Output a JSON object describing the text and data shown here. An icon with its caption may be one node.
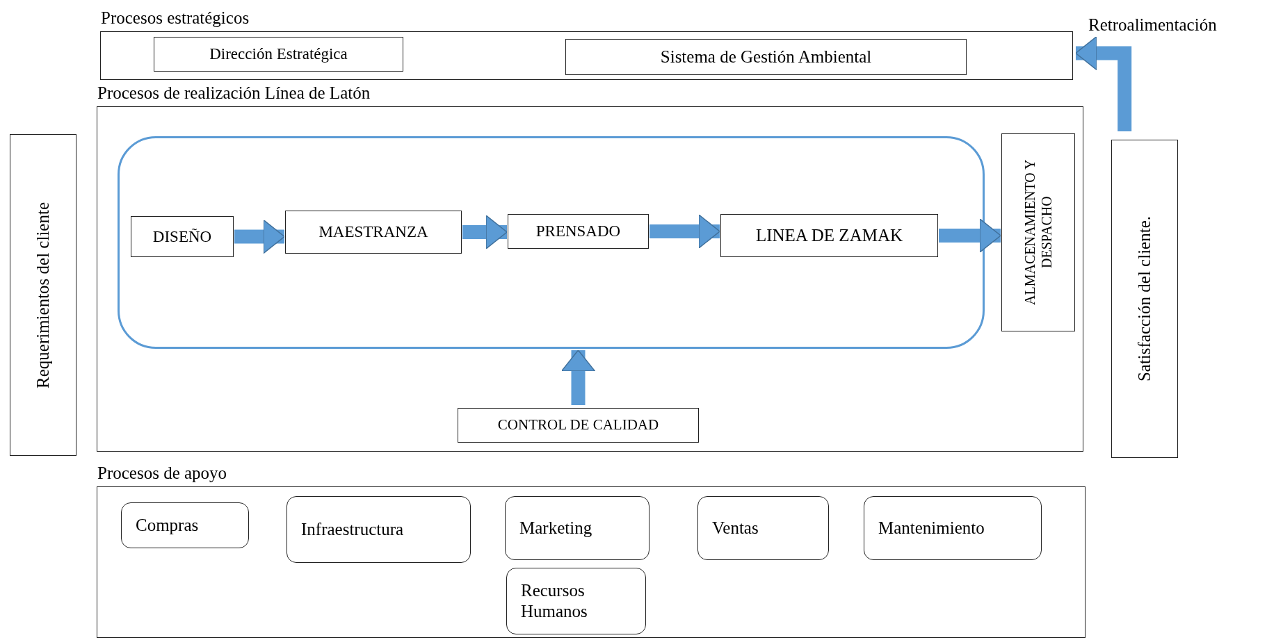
{
  "diagram": {
    "nodes": [
      {
        "text": [
          "Procesos estratégicos"
        ]
      },
      {
        "text": [
          "Dirección Estratégica"
        ],
        "in": 0
      },
      {
        "text": [
          "Sistema de Gestión Ambiental"
        ],
        "in": 0
      },
      {
        "text": [
          "Procesos de realización Línea de Latón"
        ]
      },
      {
        "text": [],
        "shape": "box",
        "in": 3
      },
      {
        "text": [
          "DISEÑO"
        ],
        "in": 4
      },
      {
        "text": [
          "MAESTRANZA"
        ],
        "in": 4
      },
      {
        "text": [
          "PRENSADO"
        ],
        "in": 4
      },
      {
        "text": [
          "LINEA DE ZAMAK"
        ],
        "in": 4
      },
      {
        "text": [
          "ALMACENAMIENTO Y DESPACHO"
        ],
        "in": 3
      },
      {
        "text": [
          "CONTROL DE CALIDAD"
        ],
        "in": 3
      },
      {
        "text": [
          "Requerimientos del cliente"
        ]
      },
      {
        "text": [
          "Satisfacción del cliente."
        ]
      },
      {
        "text": [
          "Procesos de apoyo"
        ]
      },
      {
        "text": [
          "Compras"
        ],
        "in": 13
      },
      {
        "text": [
          "Infraestructura"
        ],
        "in": 13
      },
      {
        "text": [
          "Marketing"
        ],
        "in": 13
      },
      {
        "text": [
          "Ventas"
        ],
        "in": 13
      },
      {
        "text": [
          "Mantenimiento"
        ],
        "in": 13
      },
      {
        "text": [
          "Recursos Humanos"
        ],
        "in": 13
      }
    ],
    "edges": [
      {
        "from": 5,
        "to": 6,
        "arrow": "to"
      },
      {
        "from": 6,
        "to": 7,
        "arrow": "to"
      },
      {
        "from": 7,
        "to": 8,
        "arrow": "to"
      },
      {
        "from": 8,
        "to": 9,
        "arrow": "to"
      },
      {
        "from": 10,
        "to": 4,
        "arrow": "to"
      },
      {
        "from": 12,
        "to": 0,
        "arrow": "to",
        "label": "Retroalimentación"
      }
    ]
  }
}
